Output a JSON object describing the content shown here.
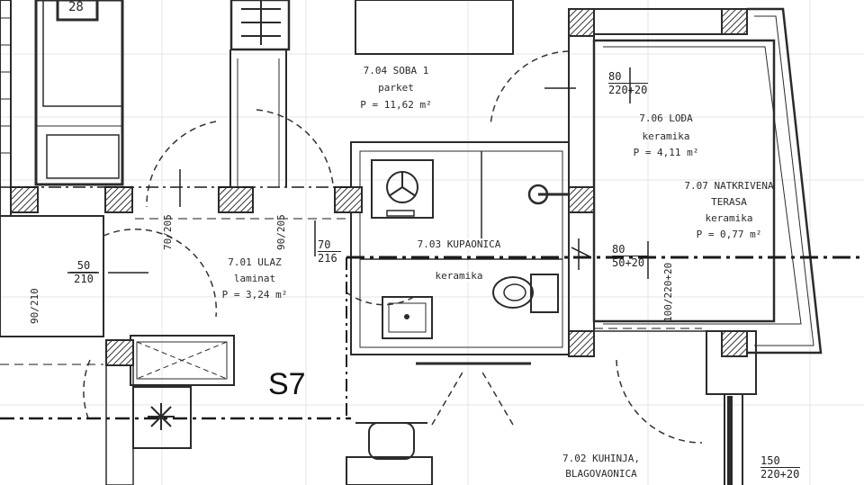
{
  "rooms": {
    "soba": {
      "name": "7.04 SOBA 1",
      "floor": "parket",
      "area": "P = 11,62 m²"
    },
    "loda": {
      "name": "7.06 LOĐA",
      "floor": "keramika",
      "area": "P = 4,11 m²"
    },
    "terasa_a": {
      "name": "7.07 NATKRIVENA",
      "name2": "TERASA",
      "floor": "keramika",
      "area": "P = 0,77 m²"
    },
    "ulaz": {
      "name": "7.01 ULAZ",
      "floor": "laminat",
      "area": "P = 3,24 m²"
    },
    "kupaonica": {
      "name": "7.03 KUPAONICA",
      "floor": "keramika"
    },
    "kuhinja": {
      "name": "7.02 KUHINJA,",
      "name2": "BLAGOVAONICA"
    }
  },
  "unit_label": "S7",
  "number_box": "28",
  "dims": {
    "d50_210": {
      "top": "50",
      "bottom": "210"
    },
    "d80_220": {
      "top": "80",
      "bottom": "220+20"
    },
    "d80_200": {
      "top": "80",
      "bottom": "50+20"
    },
    "d150": {
      "top": "150",
      "bottom": "220+20"
    },
    "d70_216": {
      "top": "70",
      "bottom": "216"
    },
    "r1": "90/210",
    "r2": "70/205",
    "r3": "90/205",
    "r4": "100/220+20"
  },
  "colors": {
    "line": "#2b2b2b",
    "hatch": "#3a3a3a",
    "axis": "#1a1a1a"
  }
}
